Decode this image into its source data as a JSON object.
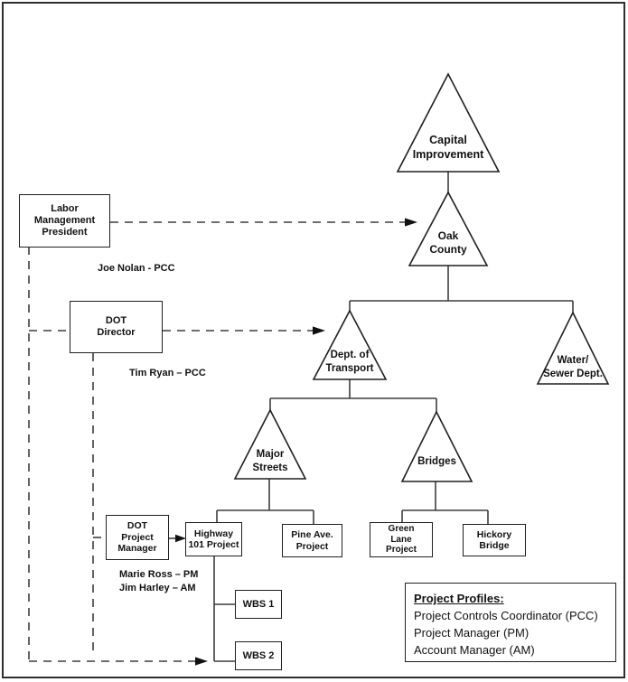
{
  "triangles": {
    "capital_improvement": "Capital\nImprovement",
    "oak_county": "Oak\nCounty",
    "dept_transport": "Dept. of\nTransport",
    "water_sewer": "Water/\nSewer Dept.",
    "major_streets": "Major\nStreets",
    "bridges": "Bridges"
  },
  "boxes": {
    "labor_mgmt": "Labor\nManagement\nPresident",
    "dot_director": "DOT\nDirector",
    "dot_project_manager": "DOT\nProject\nManager",
    "highway_101": "Highway\n101 Project",
    "pine_ave": "Pine Ave.\nProject",
    "green_lane": "Green\nLane\nProject",
    "hickory_bridge": "Hickory\nBridge",
    "wbs1": "WBS 1",
    "wbs2": "WBS 2"
  },
  "annotations": {
    "joe_nolan": "Joe Nolan - PCC",
    "tim_ryan": "Tim Ryan – PCC",
    "marie_ross": "Marie Ross – PM",
    "jim_harley": "Jim Harley  – AM"
  },
  "legend": {
    "title": "Project Profiles:",
    "items": [
      "Project Controls Coordinator (PCC)",
      "Project Manager (PM)",
      "Account Manager (AM)"
    ]
  },
  "colors": {
    "line": "#3d3d3d",
    "shape_border": "#1f1f1f",
    "arrow": "#111111",
    "background": "#ffffff"
  }
}
